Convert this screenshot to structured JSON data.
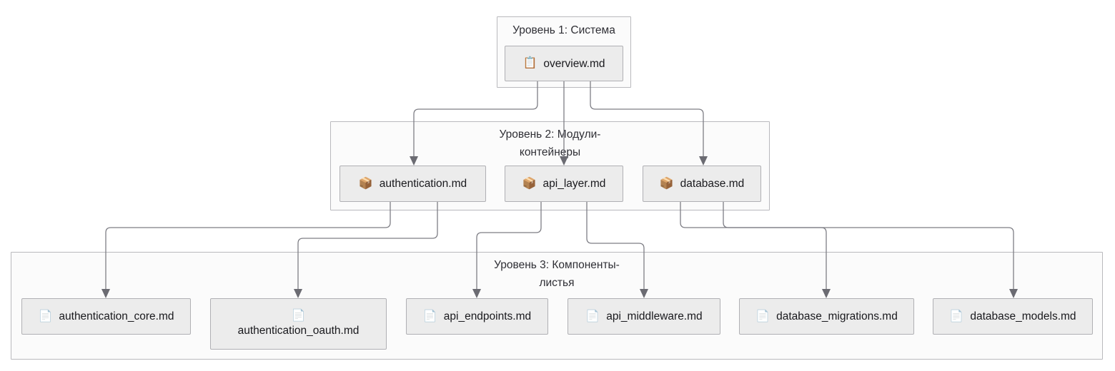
{
  "diagram": {
    "type": "hierarchical-flowchart",
    "background_color": "#ffffff",
    "node_fill": "#ececec",
    "node_border": "#b0b0b4",
    "cluster_fill": "#fbfbfb",
    "cluster_border": "#b9b9bd",
    "edge_color": "#7e7e85",
    "text_color": "#19191d"
  },
  "clusters": [
    {
      "id": "level1",
      "label": "Уровень 1: Система"
    },
    {
      "id": "level2",
      "label": "Уровень 2: Модули-\nконтейнеры"
    },
    {
      "id": "level3",
      "label": "Уровень 3: Компоненты-\nлистья"
    }
  ],
  "nodes": {
    "overview": {
      "label": "overview.md",
      "icon": "📋",
      "icon_name": "clipboard-icon",
      "level": 1
    },
    "authentication": {
      "label": "authentication.md",
      "icon": "📦",
      "icon_name": "package-icon",
      "level": 2
    },
    "api_layer": {
      "label": "api_layer.md",
      "icon": "📦",
      "icon_name": "package-icon",
      "level": 2
    },
    "database": {
      "label": "database.md",
      "icon": "📦",
      "icon_name": "package-icon",
      "level": 2
    },
    "authentication_core": {
      "label": "authentication_core.md",
      "icon": "📄",
      "icon_name": "document-icon",
      "level": 3
    },
    "authentication_oauth": {
      "label": "authentication_oauth.md",
      "icon": "📄",
      "icon_name": "document-icon",
      "level": 3
    },
    "api_endpoints": {
      "label": "api_endpoints.md",
      "icon": "📄",
      "icon_name": "document-icon",
      "level": 3
    },
    "api_middleware": {
      "label": "api_middleware.md",
      "icon": "📄",
      "icon_name": "document-icon",
      "level": 3
    },
    "database_migrations": {
      "label": "database_migrations.md",
      "icon": "📄",
      "icon_name": "document-icon",
      "level": 3
    },
    "database_models": {
      "label": "database_models.md",
      "icon": "📄",
      "icon_name": "document-icon",
      "level": 3
    }
  },
  "edges": [
    {
      "from": "overview",
      "to": "authentication"
    },
    {
      "from": "overview",
      "to": "api_layer"
    },
    {
      "from": "overview",
      "to": "database"
    },
    {
      "from": "authentication",
      "to": "authentication_core"
    },
    {
      "from": "authentication",
      "to": "authentication_oauth"
    },
    {
      "from": "api_layer",
      "to": "api_endpoints"
    },
    {
      "from": "api_layer",
      "to": "api_middleware"
    },
    {
      "from": "database",
      "to": "database_migrations"
    },
    {
      "from": "database",
      "to": "database_models"
    }
  ]
}
